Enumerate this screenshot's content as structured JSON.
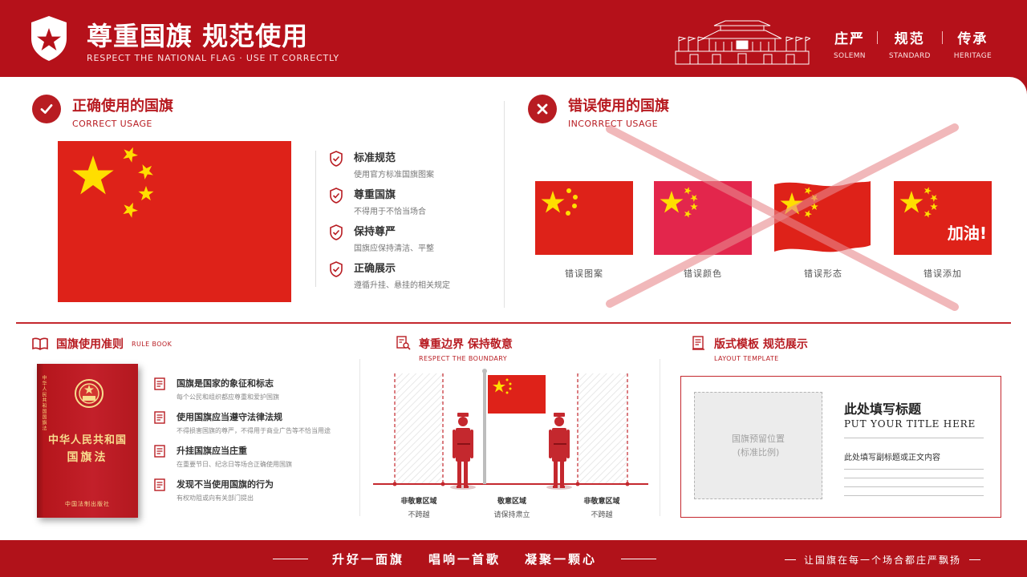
{
  "header": {
    "title": "尊重国旗 规范使用",
    "subtitle": "RESPECT THE NATIONAL FLAG   ·   USE IT CORRECTLY",
    "values": [
      {
        "cn": "庄严",
        "en": "SOLEMN"
      },
      {
        "cn": "规范",
        "en": "STANDARD"
      },
      {
        "cn": "传承",
        "en": "HERITAGE"
      }
    ]
  },
  "correct": {
    "title": "正确使用的国旗",
    "subtitle": "CORRECT USAGE",
    "items": [
      {
        "title": "标准规范",
        "desc": "使用官方标准国旗图案"
      },
      {
        "title": "尊重国旗",
        "desc": "不得用于不恰当场合"
      },
      {
        "title": "保持尊严",
        "desc": "国旗应保持清洁、平整"
      },
      {
        "title": "正确展示",
        "desc": "遵循升挂、悬挂的相关规定"
      }
    ]
  },
  "incorrect": {
    "title": "错误使用的国旗",
    "subtitle": "INCORRECT USAGE",
    "flag_overlay_text": "加油!",
    "items": [
      {
        "label": "错误图案"
      },
      {
        "label": "错误颜色"
      },
      {
        "label": "错误形态"
      },
      {
        "label": "错误添加"
      }
    ]
  },
  "rulebook": {
    "title": "国旗使用准则",
    "subtitle": "RULE BOOK",
    "book": {
      "spine": "中华人民共和国国旗法",
      "title_line1": "中华人民共和国",
      "title_line2": "国旗法",
      "publisher": "中国法制出版社"
    },
    "rules": [
      {
        "title": "国旗是国家的象征和标志",
        "desc": "每个公民和组织都应尊重和爱护国旗"
      },
      {
        "title": "使用国旗应当遵守法律法规",
        "desc": "不得损害国旗的尊严，不得用于商业广告等不恰当用途"
      },
      {
        "title": "升挂国旗应当庄重",
        "desc": "在重要节日、纪念日等场合正确使用国旗"
      },
      {
        "title": "发现不当使用国旗的行为",
        "desc": "有权劝阻或向有关部门提出"
      }
    ]
  },
  "boundary": {
    "title": "尊重边界  保持敬意",
    "subtitle": "RESPECT THE BOUNDARY",
    "zones": [
      {
        "name": "非敬意区域",
        "note": "不跨越"
      },
      {
        "name": "敬意区域",
        "note": "请保持肃立"
      },
      {
        "name": "非敬意区域",
        "note": "不跨越"
      }
    ]
  },
  "layout": {
    "title": "版式模板  规范展示",
    "subtitle": "LAYOUT TEMPLATE",
    "placeholder_line1": "国旗预留位置",
    "placeholder_line2": "(标准比例)",
    "tpl_title": "此处填写标题",
    "tpl_title_en": "PUT YOUR TITLE HERE",
    "tpl_body": "此处填写副标题或正文内容"
  },
  "footer": {
    "slogan": [
      "升好一面旗",
      "唱响一首歌",
      "凝聚一颗心"
    ],
    "right": "让国旗在每一个场合都庄严飘扬"
  },
  "colors": {
    "brand_red": "#b5111a",
    "flag_red": "#de2219",
    "flag_yellow": "#ffde00"
  }
}
